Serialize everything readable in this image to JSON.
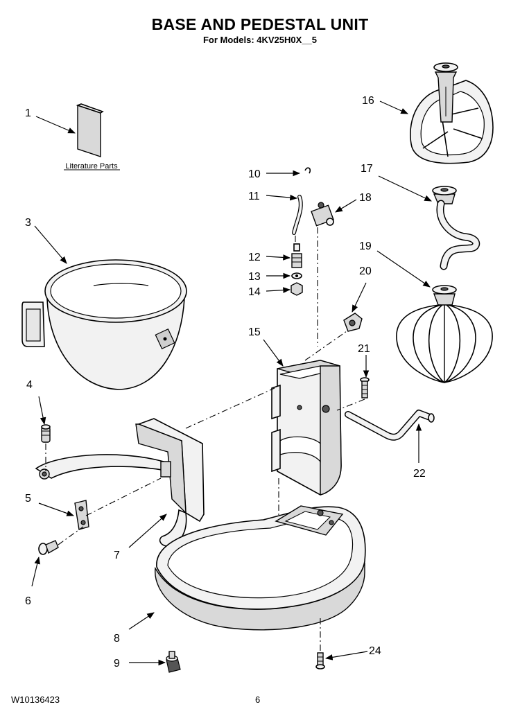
{
  "header": {
    "title": "BASE AND PEDESTAL UNIT",
    "subtitle": "For Models: 4KV25H0X__5"
  },
  "literature_label": "Literature Parts",
  "callouts": {
    "c1": "1",
    "c3": "3",
    "c4": "4",
    "c5": "5",
    "c6": "6",
    "c7": "7",
    "c8": "8",
    "c9": "9",
    "c10": "10",
    "c11": "11",
    "c12": "12",
    "c13": "13",
    "c14": "14",
    "c15": "15",
    "c16": "16",
    "c17": "17",
    "c18": "18",
    "c19": "19",
    "c20": "20",
    "c21": "21",
    "c22": "22",
    "c24": "24"
  },
  "footer": {
    "doc_number": "W10136423",
    "page_number": "6"
  }
}
